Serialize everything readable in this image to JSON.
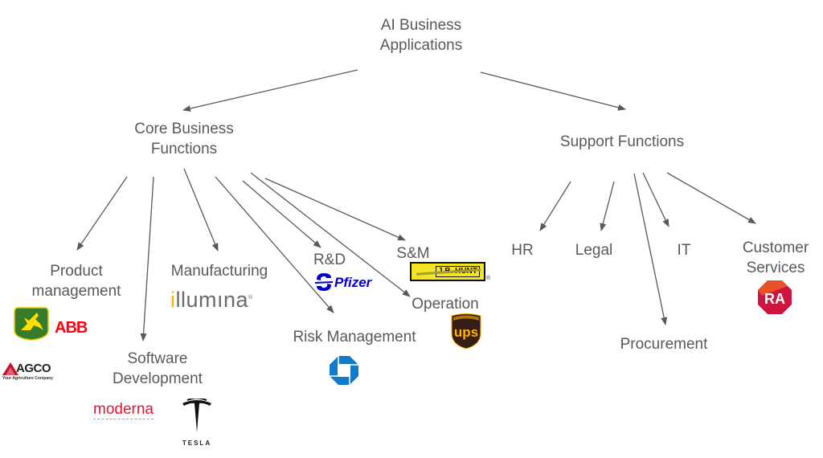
{
  "root": {
    "line1": "AI Business",
    "line2": "Applications"
  },
  "branches": {
    "core": {
      "line1": "Core Business",
      "line2": "Functions"
    },
    "support": {
      "label": "Support Functions"
    }
  },
  "core_items": {
    "product": {
      "line1": "Product",
      "line2": "management",
      "logos": [
        "John Deere",
        "ABB",
        "AGCO"
      ],
      "agco_tagline": "Your Agriculture Company"
    },
    "software": {
      "line1": "Software",
      "line2": "Development",
      "logos": [
        "moderna",
        "Tesla"
      ],
      "tesla_word": "TESLA"
    },
    "manufacturing": {
      "label": "Manufacturing",
      "logos": [
        "illumina"
      ]
    },
    "risk": {
      "label": "Risk Management",
      "logos": [
        "Chase"
      ]
    },
    "rnd": {
      "label": "R&D",
      "logos": [
        "Pfizer"
      ]
    },
    "sm": {
      "label": "S&M",
      "logos": [
        "J.B. HUNT"
      ]
    },
    "operation": {
      "label": "Operation",
      "logos": [
        "UPS"
      ]
    }
  },
  "support_items": {
    "hr": {
      "label": "HR"
    },
    "legal": {
      "label": "Legal"
    },
    "it": {
      "label": "IT"
    },
    "customer": {
      "line1": "Customer",
      "line2": "Services",
      "logos": [
        "Rockwell Automation"
      ]
    },
    "procurement": {
      "label": "Procurement"
    }
  },
  "logo_text": {
    "abb": "ABB",
    "agco": "AGCO",
    "moderna": "moderna",
    "illumina": "illumina",
    "pfizer": "Pfizer",
    "jbhunt": "J.B. HUNT",
    "ups": "ups",
    "ra": "RA"
  },
  "colors": {
    "text": "#595959",
    "arrow": "#595959",
    "deere_green": "#367c2b",
    "deere_yellow": "#ffde00",
    "abb_red": "#ff000f",
    "agco_red": "#c8102e",
    "moderna_red": "#e31837",
    "illumina_orange": "#ffb500",
    "pfizer_blue": "#0000c9",
    "chase_blue": "#117aca",
    "jbhunt_yellow": "#f5e625",
    "ups_brown": "#351c15",
    "ups_gold": "#ffb500",
    "ra_red": "#cd163f"
  }
}
